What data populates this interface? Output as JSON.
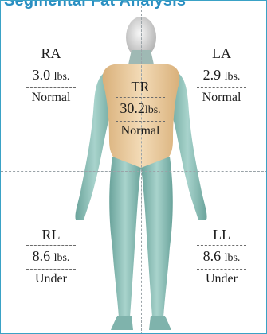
{
  "title": "Segmental Fat Analysis",
  "colors": {
    "accent": "#2a8fc2",
    "skin": "#7fb3ac",
    "torso": "#e8c89a"
  },
  "segments": {
    "ra": {
      "code": "RA",
      "value": "3.0",
      "unit": "lbs.",
      "status": "Normal"
    },
    "la": {
      "code": "LA",
      "value": "2.9",
      "unit": "lbs.",
      "status": "Normal"
    },
    "tr": {
      "code": "TR",
      "value": "30.2",
      "unit": "lbs.",
      "status": "Normal"
    },
    "rl": {
      "code": "RL",
      "value": "8.6",
      "unit": "lbs.",
      "status": "Under"
    },
    "ll": {
      "code": "LL",
      "value": "8.6",
      "unit": "lbs.",
      "status": "Under"
    }
  }
}
